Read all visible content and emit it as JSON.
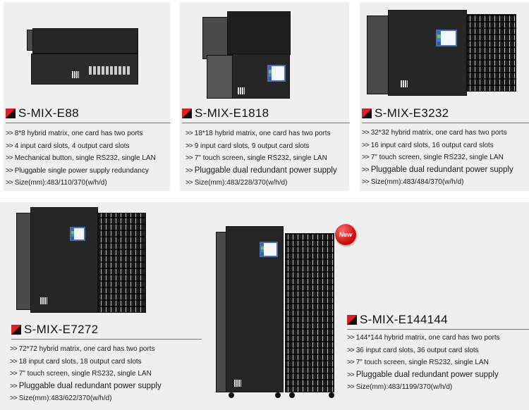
{
  "products": [
    {
      "model": "S-MIX-E88",
      "specs": [
        "8*8 hybrid matrix, one card has two ports",
        "4 input card slots, 4 output card slots",
        "Mechanical button, single RS232, single LAN",
        "Pluggable single power supply redundancy",
        "Size(mm):483/110/370(w/h/d)"
      ]
    },
    {
      "model": "S-MIX-E1818",
      "specs": [
        "18*18 hybrid matrix, one card has two ports",
        "9 input card slots, 9 output card slots",
        "7\" touch screen, single RS232, single LAN",
        "Pluggable dual redundant power supply",
        "Size(mm):483/228/370(w/h/d)"
      ]
    },
    {
      "model": "S-MIX-E3232",
      "specs": [
        "32*32 hybrid matrix, one card has two ports",
        "16 input card slots, 16 output card slots",
        "7\" touch screen, single RS232, single LAN",
        "Pluggable dual redundant power supply",
        "Size(mm):483/484/370(w/h/d)"
      ]
    },
    {
      "model": "S-MIX-E7272",
      "specs": [
        "72*72 hybrid matrix, one card has two ports",
        "18 input card slots, 18 output card slots",
        "7\" touch screen, single RS232, single LAN",
        "Pluggable dual redundant power supply",
        "Size(mm):483/622/370(w/h/d)"
      ]
    },
    {
      "model": "S-MIX-E144144",
      "badge": "New",
      "specs": [
        "144*144 hybrid matrix, one card has two ports",
        "36 input card slots, 36 output card slots",
        "7\" touch screen, single RS232, single LAN",
        "Pluggable dual redundant power supply",
        "Size(mm):483/1199/370(w/h/d)"
      ]
    }
  ],
  "bullet": ">>",
  "colors": {
    "panel_bg": "#efefef",
    "accent_red": "#d9212a",
    "flag_black": "#111111",
    "badge_red": "#d01212"
  }
}
